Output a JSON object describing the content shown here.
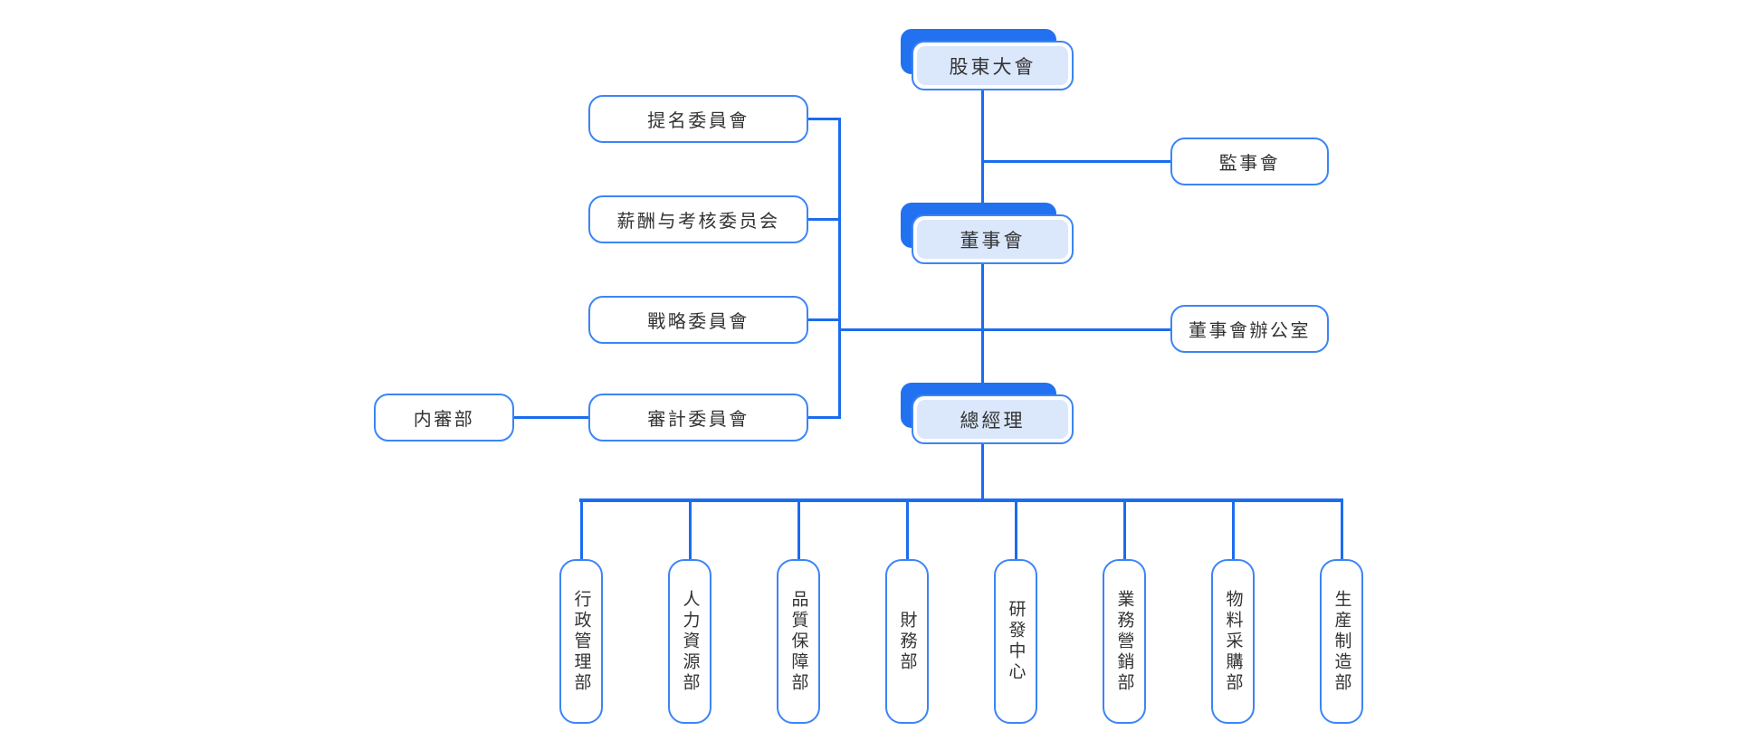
{
  "colors": {
    "line": "#1b6cef",
    "border": "#3c84f6",
    "back": "#2171f0",
    "light": "#dbe7fb",
    "ink": "#333333",
    "paper": "#ffffff"
  },
  "nodes": {
    "shareholders_meeting": "股東大會",
    "board_of_directors": "董事會",
    "general_manager": "總經理",
    "supervisory_board": "監事會",
    "board_office": "董事會辦公室",
    "internal_audit": "内審部"
  },
  "committees": [
    "提名委員會",
    "薪酬与考核委员会",
    "戰略委員會",
    "審計委員會"
  ],
  "departments": [
    "行政管理部",
    "人力資源部",
    "品質保障部",
    "財務部",
    "研發中心",
    "業務營銷部",
    "物料采購部",
    "生産制造部"
  ]
}
